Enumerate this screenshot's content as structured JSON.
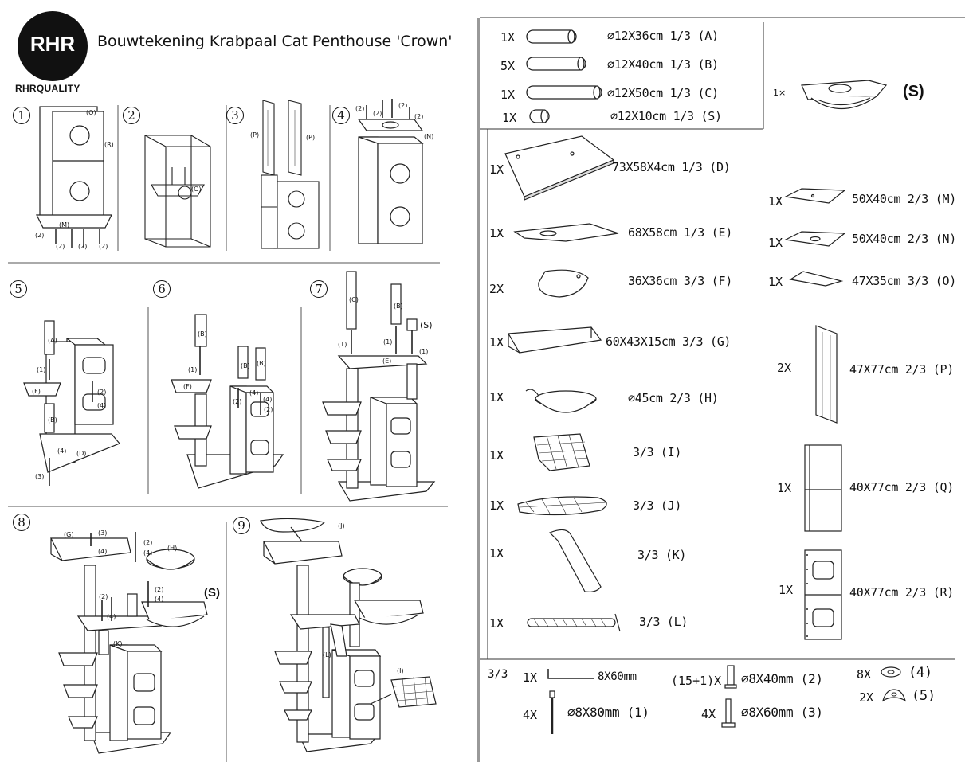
{
  "header": {
    "logo_text": "RHR",
    "logo_subtitle": "RHRQUALITY",
    "title": "Bouwtekening Krabpaal Cat Penthouse 'Crown'"
  },
  "steps": [
    "1",
    "2",
    "3",
    "4",
    "5",
    "6",
    "7",
    "8",
    "9"
  ],
  "step_labels": {
    "s1": [
      "(Q)",
      "(R)",
      "(M)",
      "(2)",
      "(2)",
      "(2)",
      "(2)"
    ],
    "s2": [
      "(O)"
    ],
    "s3": [
      "(P)",
      "(P)"
    ],
    "s4": [
      "(2)",
      "(2)",
      "(2)",
      "(2)",
      "(N)"
    ],
    "s5": [
      "(A)",
      "(1)",
      "(F)",
      "(2)",
      "(4)",
      "(B)",
      "(4)",
      "(D)",
      "(3)"
    ],
    "s6": [
      "(B)",
      "(1)",
      "(F)",
      "(B)",
      "(B)",
      "(4)",
      "(4)",
      "(2)",
      "(2)"
    ],
    "s7": [
      "(C)",
      "(B)",
      "(S)",
      "(1)",
      "(1)",
      "(1)",
      "(E)"
    ],
    "s8": [
      "(G)",
      "(3)",
      "(4)",
      "(2)",
      "(4)",
      "(H)",
      "(2)",
      "(4)",
      "(2)",
      "(4)",
      "(K)",
      "(S)"
    ],
    "s9": [
      "(J)",
      "(L)",
      "(I)"
    ]
  },
  "parts_top": [
    {
      "qty": "1X",
      "spec": "∅12X36cm 1/3 (A)"
    },
    {
      "qty": "5X",
      "spec": "∅12X40cm 1/3 (B)"
    },
    {
      "qty": "1X",
      "spec": "∅12X50cm 1/3 (C)"
    },
    {
      "qty": "1X",
      "spec": "∅12X10cm 1/3 (S)"
    }
  ],
  "part_s_box": {
    "qty": "1×",
    "label": "(S)"
  },
  "parts_left": [
    {
      "qty": "1X",
      "spec": "73X58X4cm 1/3 (D)"
    },
    {
      "qty": "1X",
      "spec": "68X58cm 1/3 (E)"
    },
    {
      "qty": "2X",
      "spec": "36X36cm 3/3 (F)"
    },
    {
      "qty": "1X",
      "spec": "60X43X15cm 3/3 (G)"
    },
    {
      "qty": "1X",
      "spec": "∅45cm 2/3 (H)"
    },
    {
      "qty": "1X",
      "spec": "3/3 (I)"
    },
    {
      "qty": "1X",
      "spec": "3/3 (J)"
    },
    {
      "qty": "1X",
      "spec": "3/3 (K)"
    },
    {
      "qty": "1X",
      "spec": "3/3 (L)"
    }
  ],
  "parts_right": [
    {
      "qty": "1X",
      "spec": "50X40cm 2/3 (M)"
    },
    {
      "qty": "1X",
      "spec": "50X40cm 2/3 (N)"
    },
    {
      "qty": "1X",
      "spec": "47X35cm 3/3 (O)"
    },
    {
      "qty": "2X",
      "spec": "47X77cm 2/3 (P)"
    },
    {
      "qty": "1X",
      "spec": "40X77cm 2/3 (Q)"
    },
    {
      "qty": "1X",
      "spec": "40X77cm 2/3 (R)"
    }
  ],
  "hardware": {
    "box": "3/3",
    "key": {
      "qty": "1X",
      "spec": "8X60mm"
    },
    "bolt1": {
      "qty": "4X",
      "spec": "∅8X80mm (1)"
    },
    "bolt2": {
      "qty": "(15+1)X",
      "spec": "∅8X40mm (2)"
    },
    "bolt3": {
      "qty": "4X",
      "spec": "∅8X60mm (3)"
    },
    "washer4": {
      "qty": "8X",
      "spec": "(4)"
    },
    "washer5": {
      "qty": "2X",
      "spec": "(5)"
    }
  }
}
